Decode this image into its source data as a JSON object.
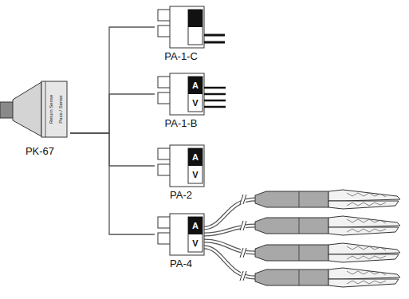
{
  "diagram": {
    "nodes": [
      {
        "text": [
          "PK-67",
          "Return Sense",
          "Pass / Sense"
        ]
      },
      {
        "text": [
          "PA-1-C"
        ]
      },
      {
        "text": [
          "PA-1-B",
          "A",
          "V"
        ]
      },
      {
        "text": [
          "PA-2",
          "A",
          "V"
        ]
      },
      {
        "text": [
          "PA-4",
          "A",
          "V"
        ]
      }
    ],
    "edges": [
      {
        "from": 0,
        "to": 1,
        "arrow": "none"
      },
      {
        "from": 0,
        "to": 2,
        "arrow": "none"
      },
      {
        "from": 0,
        "to": 3,
        "arrow": "none"
      },
      {
        "from": 0,
        "to": 4,
        "arrow": "none"
      }
    ]
  }
}
